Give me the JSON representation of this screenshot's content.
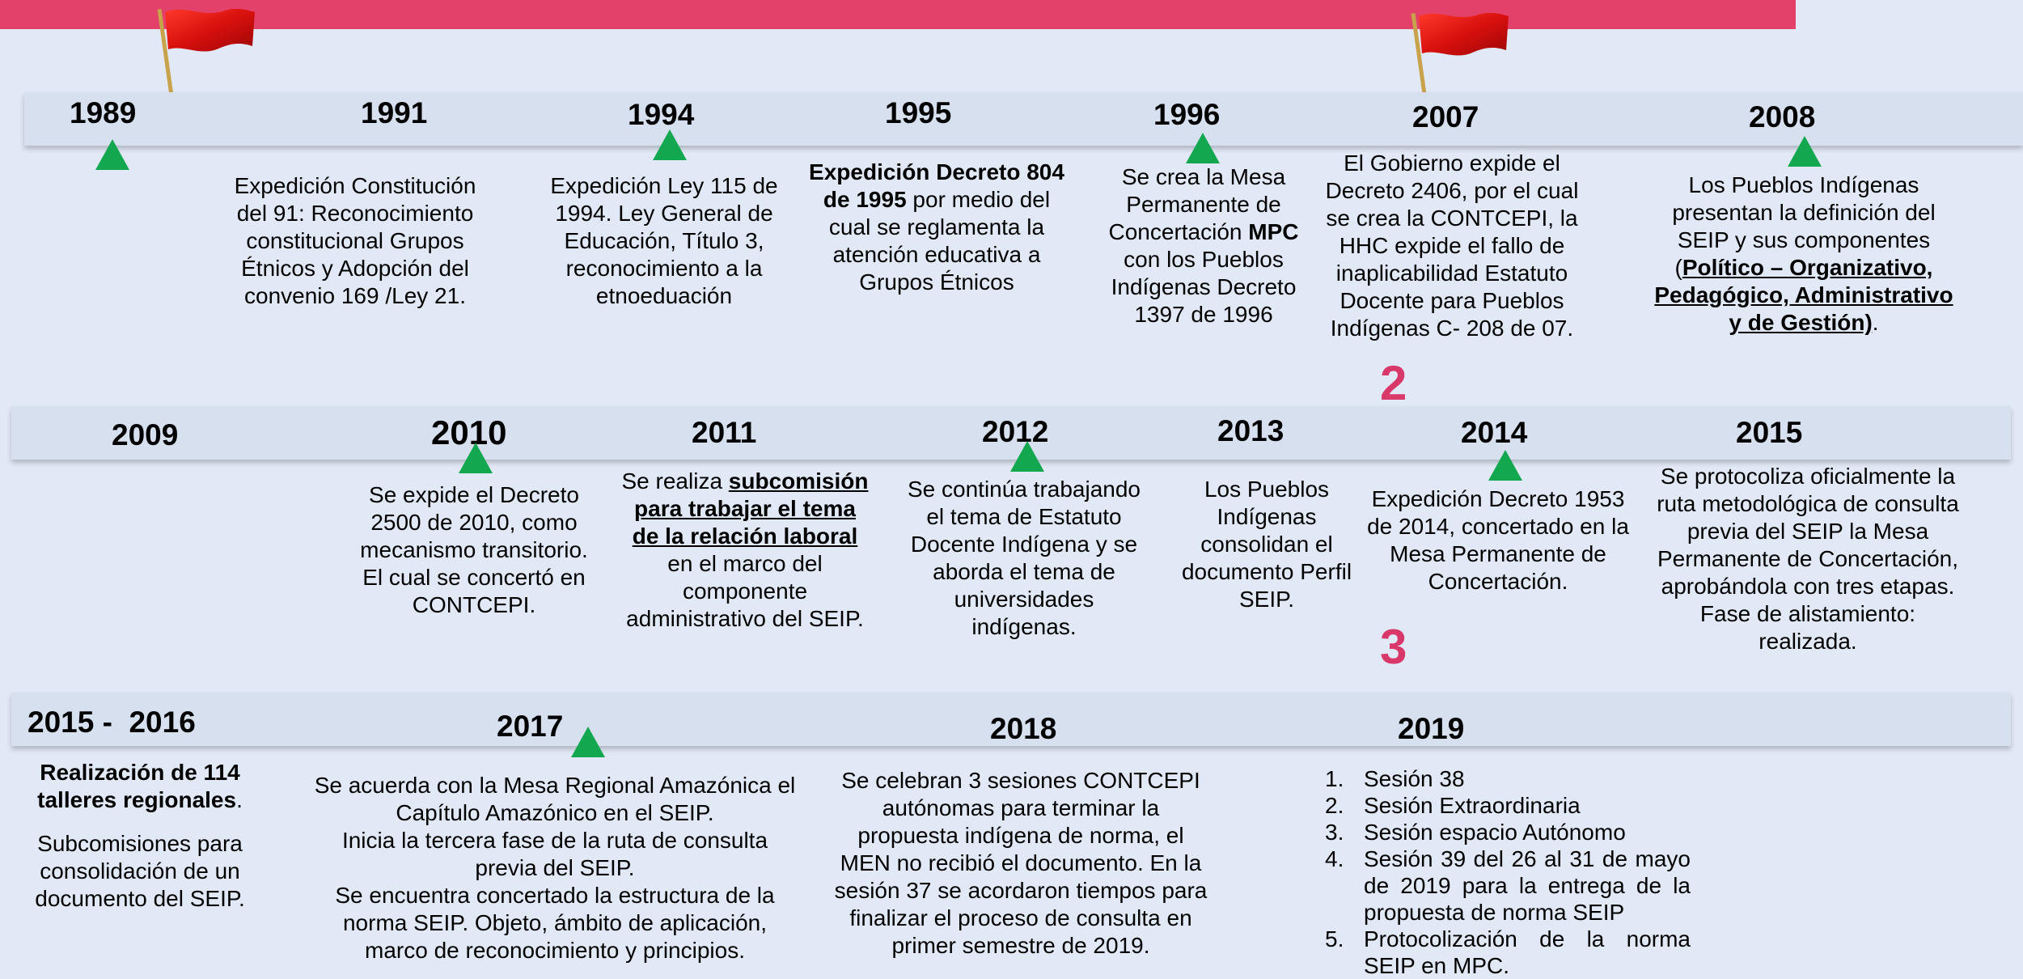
{
  "row1": {
    "years": [
      "1989",
      "1991",
      "1994",
      "1995",
      "1996",
      "2007",
      "2008"
    ],
    "d1991": "Expedición Constitución del 91: Reconocimiento constitucional Grupos Étnicos  y Adopción del convenio 169 /Ley 21.",
    "d1994": "Expedición Ley 115 de 1994. Ley General de Educación, Título 3, reconocimiento a la etnoeduación",
    "d1995_bold": "Expedición Decreto 804 de 1995",
    "d1995_rest": " por medio del cual se reglamenta la atención educativa a Grupos Étnicos",
    "d1996_a": "Se crea la Mesa Permanente de Concertación ",
    "d1996_bold": "MPC",
    "d1996_b": " con los Pueblos Indígenas Decreto 1397 de 1996",
    "d2007": "El Gobierno expide el Decreto 2406, por el cual se crea la CONTCEPI, la HHC expide el fallo de inaplicabilidad Estatuto Docente para Pueblos Indígenas C- 208 de 07.",
    "d2008_a": "Los Pueblos Indígenas presentan la definición del SEIP y sus componentes (",
    "d2008_u": "Político – Organizativo, Pedagógico, Administrativo y de Gestión)",
    "d2008_b": "."
  },
  "markers": {
    "n2": "2",
    "n3": "3"
  },
  "row2": {
    "years": [
      "2009",
      "2010",
      "2011",
      "2012",
      "2013",
      "2014",
      "2015"
    ],
    "d2010": "Se expide el Decreto 2500 de 2010, como mecanismo transitorio. El cual se concertó en CONTCEPI.",
    "d2011_a": "Se realiza ",
    "d2011_u": "subcomisión para trabajar el tema de la relación laboral",
    "d2011_b": " en el marco del componente administrativo del SEIP.",
    "d2012": "Se continúa trabajando el tema de Estatuto Docente Indígena y se aborda el tema de universidades indígenas.",
    "d2013": "Los Pueblos Indígenas consolidan el documento Perfil SEIP.",
    "d2014": "Expedición Decreto 1953 de 2014, concertado en la Mesa Permanente de Concertación.",
    "d2015": "Se protocoliza oficialmente la ruta metodológica de consulta previa del SEIP la Mesa Permanente de Concertación, aprobándola con tres etapas. Fase de alistamiento: realizada."
  },
  "row3": {
    "years": [
      "2015 -  2016",
      "2017",
      "2018",
      "2019"
    ],
    "d2016_bold": "Realización de 114 talleres regionales",
    "d2016_dot": ".",
    "d2016_b": "Subcomisiones para consolidación de un documento del SEIP.",
    "d2017": "Se acuerda con la Mesa Regional Amazónica el Capítulo Amazónico en el SEIP. Inicia la tercera fase de la ruta de consulta previa del SEIP. Se encuentra concertado la estructura de la norma SEIP. Objeto, ámbito de aplicación, marco de reconocimiento y principios.",
    "d2017_lines": [
      "Se acuerda con la Mesa Regional Amazónica el",
      "Capítulo Amazónico en el SEIP.",
      "Inicia la tercera fase de la ruta de consulta",
      "previa del SEIP.",
      "Se encuentra concertado la estructura de la",
      "norma SEIP. Objeto, ámbito de aplicación,",
      "marco de reconocimiento y principios."
    ],
    "d2018": "Se celebran 3 sesiones CONTCEPI autónomas para terminar la propuesta indígena de norma, el MEN no recibió el documento. En la sesión 37 se acordaron tiempos para finalizar el proceso de consulta en primer semestre de 2019.",
    "d2019": [
      "Sesión 38",
      "Sesión Extraordinaria",
      "Sesión espacio Autónomo",
      "Sesión 39 del 26 al 31 de mayo de 2019 para la entrega de la propuesta de norma SEIP",
      "Protocolización de la norma SEIP en MPC."
    ],
    "d2019_nums": [
      "1.",
      "2.",
      "3.",
      "4.",
      "5."
    ]
  },
  "colors": {
    "accent": "#e3406a",
    "marker": "#13a84f",
    "band": "#d7e0ef",
    "number": "#d9386a"
  }
}
